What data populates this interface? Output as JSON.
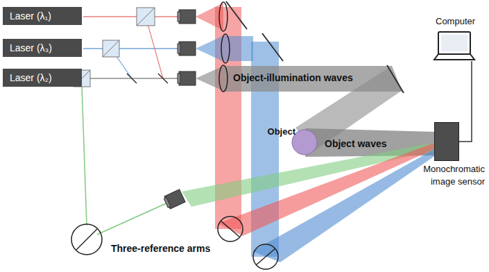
{
  "diagram": {
    "nodes": [
      {
        "text": [
          "Laser (λ₁)"
        ]
      },
      {
        "text": [
          "Laser (λ₃)"
        ]
      },
      {
        "text": [
          "Laser (λ₂)"
        ]
      },
      {
        "text": [
          "Object"
        ]
      },
      {
        "text": [
          "Monochromatic image sensor"
        ]
      },
      {
        "text": [
          "Computer"
        ]
      }
    ],
    "edges": [
      {
        "from": 5,
        "to": 4,
        "arrow": "none"
      }
    ],
    "labels": [
      "Object-illumination waves",
      "Object waves",
      "Three-reference arms"
    ]
  }
}
